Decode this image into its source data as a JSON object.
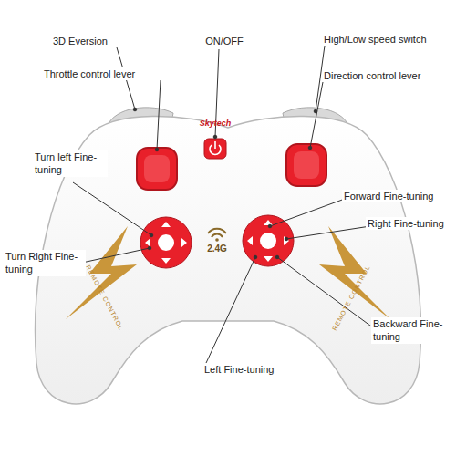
{
  "diagram": {
    "labels": [
      "3D Eversion",
      "ON/OFF",
      "High/Low speed switch",
      "Throttle control lever",
      "Direction control lever",
      "Turn left Fine-tuning",
      "Forward Fine-tuning",
      "Right Fine-tuning",
      "Turn Right Fine-tuning",
      "Backward Fine-tuning",
      "Left Fine-tuning",
      "Skytech",
      "2.4G",
      "REMOTE CONTROL",
      "REMOTE CONTROL"
    ]
  }
}
